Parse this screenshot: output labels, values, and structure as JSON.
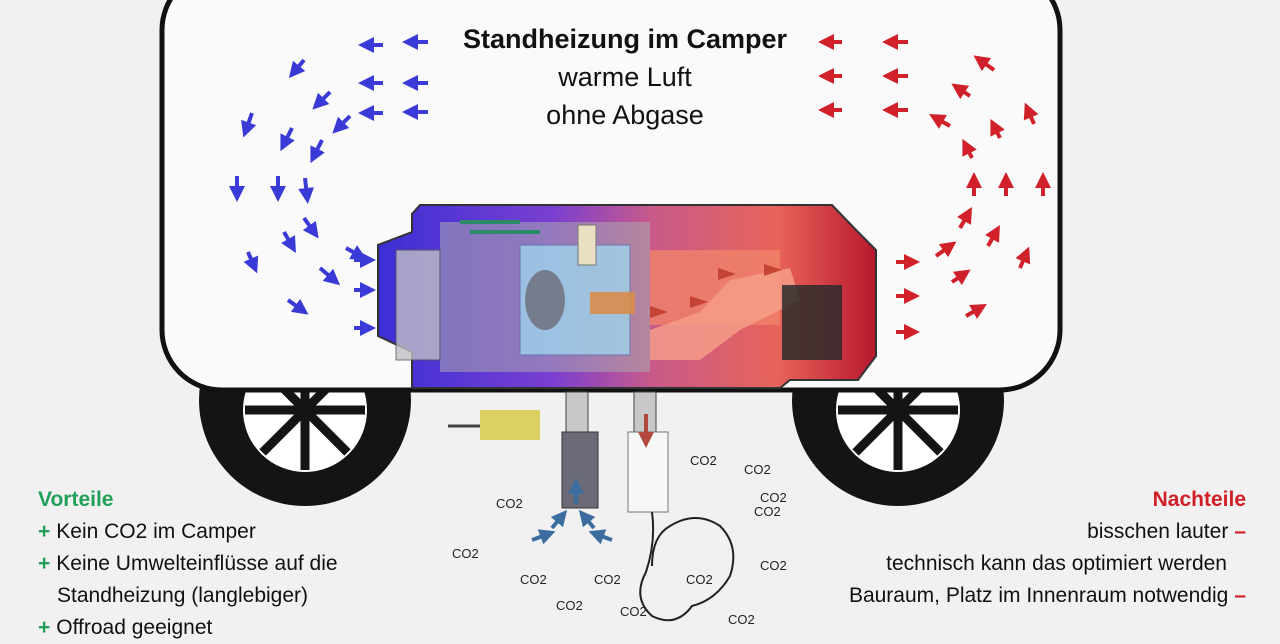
{
  "title": {
    "line1": "Standheizung im Camper",
    "line2": "warme Luft",
    "line3": "ohne Abgase"
  },
  "pros": {
    "heading": "Vorteile",
    "items": [
      "Kein CO2 im Camper",
      "Keine Umwelteinflüsse auf die",
      "Standheizung (langlebiger)",
      "Offroad geeignet"
    ],
    "marker": "+"
  },
  "cons": {
    "heading": "Nachteile",
    "items": [
      "bisschen lauter",
      "technisch kann das optimiert werden",
      "Bauraum, Platz im Innenraum notwendig"
    ],
    "marker": "–"
  },
  "co2_label": "CO2",
  "colors": {
    "cold_air": "#3a3ad6",
    "warm_air": "#d0202a",
    "intake_air": "#3b6e9e",
    "exhaust": "#b14a3c",
    "pros_accent": "#22a05a",
    "cons_accent": "#d01f26"
  }
}
